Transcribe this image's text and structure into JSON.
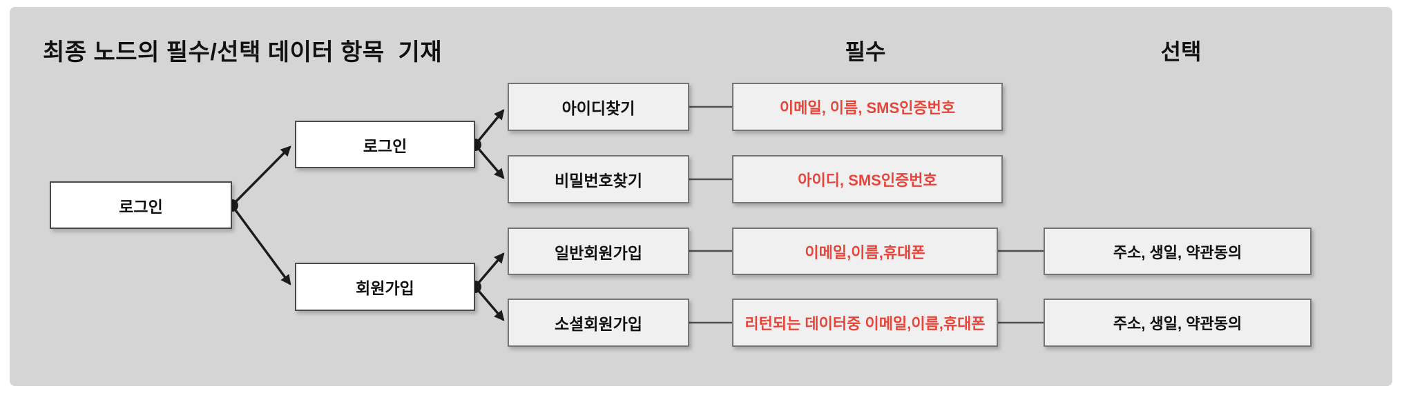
{
  "title": "최종 노드의 필수/선택 데이터 항목  기재",
  "columns": {
    "required_header": "필수",
    "optional_header": "선택"
  },
  "colors": {
    "canvas": "#d5d5d5",
    "node_fill": "#ffffff",
    "leaf_fill": "#f0f0f0",
    "required_text": "#e8443a",
    "line": "#1c1c1c"
  },
  "tree": {
    "root": {
      "label": "로그인"
    },
    "level2": [
      {
        "label": "로그인"
      },
      {
        "label": "회원가입"
      }
    ],
    "rows": [
      {
        "leaf": "아이디찾기",
        "required": "이메일, 이름, SMS인증번호",
        "optional": ""
      },
      {
        "leaf": "비밀번호찾기",
        "required": "아이디, SMS인증번호",
        "optional": ""
      },
      {
        "leaf": "일반회원가입",
        "required": "이메일,이름,휴대폰",
        "optional": "주소, 생일, 약관동의"
      },
      {
        "leaf": "소셜회원가입",
        "required": "리턴되는 데이터중 이메일,이름,휴대폰",
        "optional": "주소, 생일, 약관동의"
      }
    ]
  }
}
